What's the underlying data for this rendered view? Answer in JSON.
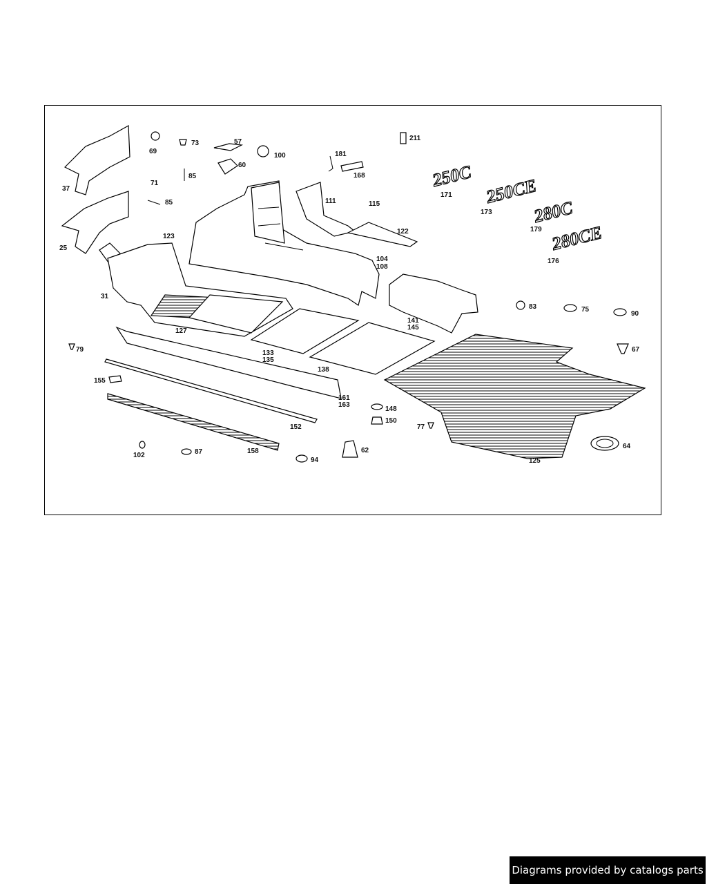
{
  "diagram": {
    "callouts": [
      {
        "id": "c37",
        "text": "37"
      },
      {
        "id": "c25",
        "text": "25"
      },
      {
        "id": "c31",
        "text": "31"
      },
      {
        "id": "c69",
        "text": "69"
      },
      {
        "id": "c73",
        "text": "73"
      },
      {
        "id": "c71",
        "text": "71"
      },
      {
        "id": "c85a",
        "text": "85"
      },
      {
        "id": "c85b",
        "text": "85"
      },
      {
        "id": "c57",
        "text": "57"
      },
      {
        "id": "c60",
        "text": "60"
      },
      {
        "id": "c100",
        "text": "100"
      },
      {
        "id": "c181",
        "text": "181"
      },
      {
        "id": "c168",
        "text": "168"
      },
      {
        "id": "c211",
        "text": "211"
      },
      {
        "id": "c111",
        "text": "111"
      },
      {
        "id": "c115",
        "text": "115"
      },
      {
        "id": "c122",
        "text": "122"
      },
      {
        "id": "c123",
        "text": "123"
      },
      {
        "id": "c104",
        "text": "104"
      },
      {
        "id": "c108",
        "text": "108"
      },
      {
        "id": "c171",
        "text": "171"
      },
      {
        "id": "c173",
        "text": "173"
      },
      {
        "id": "c179",
        "text": "179"
      },
      {
        "id": "c176",
        "text": "176"
      },
      {
        "id": "c127",
        "text": "127"
      },
      {
        "id": "c133",
        "text": "133"
      },
      {
        "id": "c135",
        "text": "135"
      },
      {
        "id": "c141",
        "text": "141"
      },
      {
        "id": "c145",
        "text": "145"
      },
      {
        "id": "c83",
        "text": "83"
      },
      {
        "id": "c75",
        "text": "75"
      },
      {
        "id": "c90",
        "text": "90"
      },
      {
        "id": "c79",
        "text": "79"
      },
      {
        "id": "c138",
        "text": "138"
      },
      {
        "id": "c67",
        "text": "67"
      },
      {
        "id": "c155",
        "text": "155"
      },
      {
        "id": "c161",
        "text": "161"
      },
      {
        "id": "c163",
        "text": "163"
      },
      {
        "id": "c148",
        "text": "148"
      },
      {
        "id": "c150",
        "text": "150"
      },
      {
        "id": "c152",
        "text": "152"
      },
      {
        "id": "c77",
        "text": "77"
      },
      {
        "id": "c125",
        "text": "125"
      },
      {
        "id": "c102",
        "text": "102"
      },
      {
        "id": "c87",
        "text": "87"
      },
      {
        "id": "c158",
        "text": "158"
      },
      {
        "id": "c94",
        "text": "94"
      },
      {
        "id": "c62",
        "text": "62"
      },
      {
        "id": "c64",
        "text": "64"
      }
    ],
    "badges": [
      {
        "id": "b250c",
        "text": "250C"
      },
      {
        "id": "b250ce",
        "text": "250CE"
      },
      {
        "id": "b280c",
        "text": "280C"
      },
      {
        "id": "b280ce",
        "text": "280CE"
      }
    ]
  },
  "footer": {
    "credit": "Diagrams provided by catalogs parts"
  },
  "colors": {
    "ink": "#000000",
    "paper": "#ffffff",
    "credit_bg": "#000000",
    "credit_text": "#ffffff"
  }
}
